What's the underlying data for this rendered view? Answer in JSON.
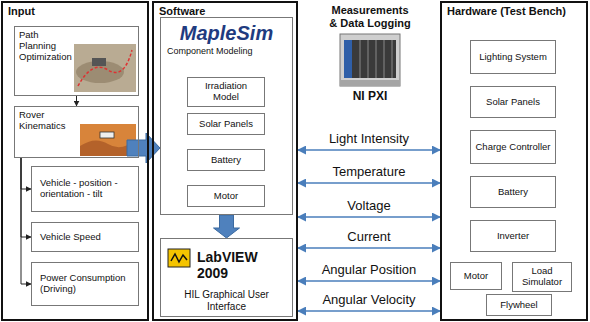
{
  "diagram": {
    "nodes": [
      {
        "text": [
          "Input"
        ]
      },
      {
        "text": [
          "Path Planning Optimization"
        ],
        "in": 0
      },
      {
        "text": [
          "Rover Kinematics"
        ],
        "in": 0
      },
      {
        "text": [
          "Vehicle - position - orientation - tilt"
        ],
        "in": 0
      },
      {
        "text": [
          "Vehicle Speed"
        ],
        "in": 0
      },
      {
        "text": [
          "Power Consumption (Driving)"
        ],
        "in": 0
      },
      {
        "text": [
          "Software"
        ]
      },
      {
        "text": [
          "MapleSim",
          "Component Modeling"
        ],
        "in": 6
      },
      {
        "text": [
          "Irradiation Model"
        ],
        "in": 7
      },
      {
        "text": [
          "Solar Panels"
        ],
        "in": 7
      },
      {
        "text": [
          "Battery"
        ],
        "in": 7
      },
      {
        "text": [
          "Motor"
        ],
        "in": 7
      },
      {
        "text": [
          "LabVIEW 2009",
          "HIL Graphical User Interface"
        ],
        "in": 6
      },
      {
        "text": [
          "Hardware (Test Bench)"
        ]
      },
      {
        "text": [
          "Lighting System"
        ],
        "in": 13
      },
      {
        "text": [
          "Solar Panels"
        ],
        "in": 13
      },
      {
        "text": [
          "Charge Controller"
        ],
        "in": 13
      },
      {
        "text": [
          "Battery"
        ],
        "in": 13
      },
      {
        "text": [
          "Inverter"
        ],
        "in": 13
      },
      {
        "text": [
          "Motor"
        ],
        "in": 13
      },
      {
        "text": [
          "Load Simulator"
        ],
        "in": 13
      },
      {
        "text": [
          "Flywheel"
        ],
        "in": 13
      }
    ],
    "edges": [
      {
        "from": 1,
        "to": 2,
        "arrow": "to"
      },
      {
        "from": 2,
        "to": 3,
        "arrow": "to"
      },
      {
        "from": 2,
        "to": 4,
        "arrow": "to"
      },
      {
        "from": 2,
        "to": 5,
        "arrow": "to"
      },
      {
        "from": 0,
        "to": 7,
        "arrow": "to"
      },
      {
        "from": 7,
        "to": 12,
        "arrow": "to"
      },
      {
        "from": 6,
        "to": 13,
        "label": "Light Intensity",
        "arrow": "both"
      },
      {
        "from": 6,
        "to": 13,
        "label": "Temperature",
        "arrow": "both"
      },
      {
        "from": 6,
        "to": 13,
        "label": "Voltage",
        "arrow": "both"
      },
      {
        "from": 6,
        "to": 13,
        "label": "Current",
        "arrow": "both"
      },
      {
        "from": 6,
        "to": 13,
        "label": "Angular Position",
        "arrow": "both"
      },
      {
        "from": 6,
        "to": 13,
        "label": "Angular Velocity",
        "arrow": "both"
      }
    ],
    "labels": [
      "Measurements & Data Logging",
      "NI PXI"
    ]
  }
}
